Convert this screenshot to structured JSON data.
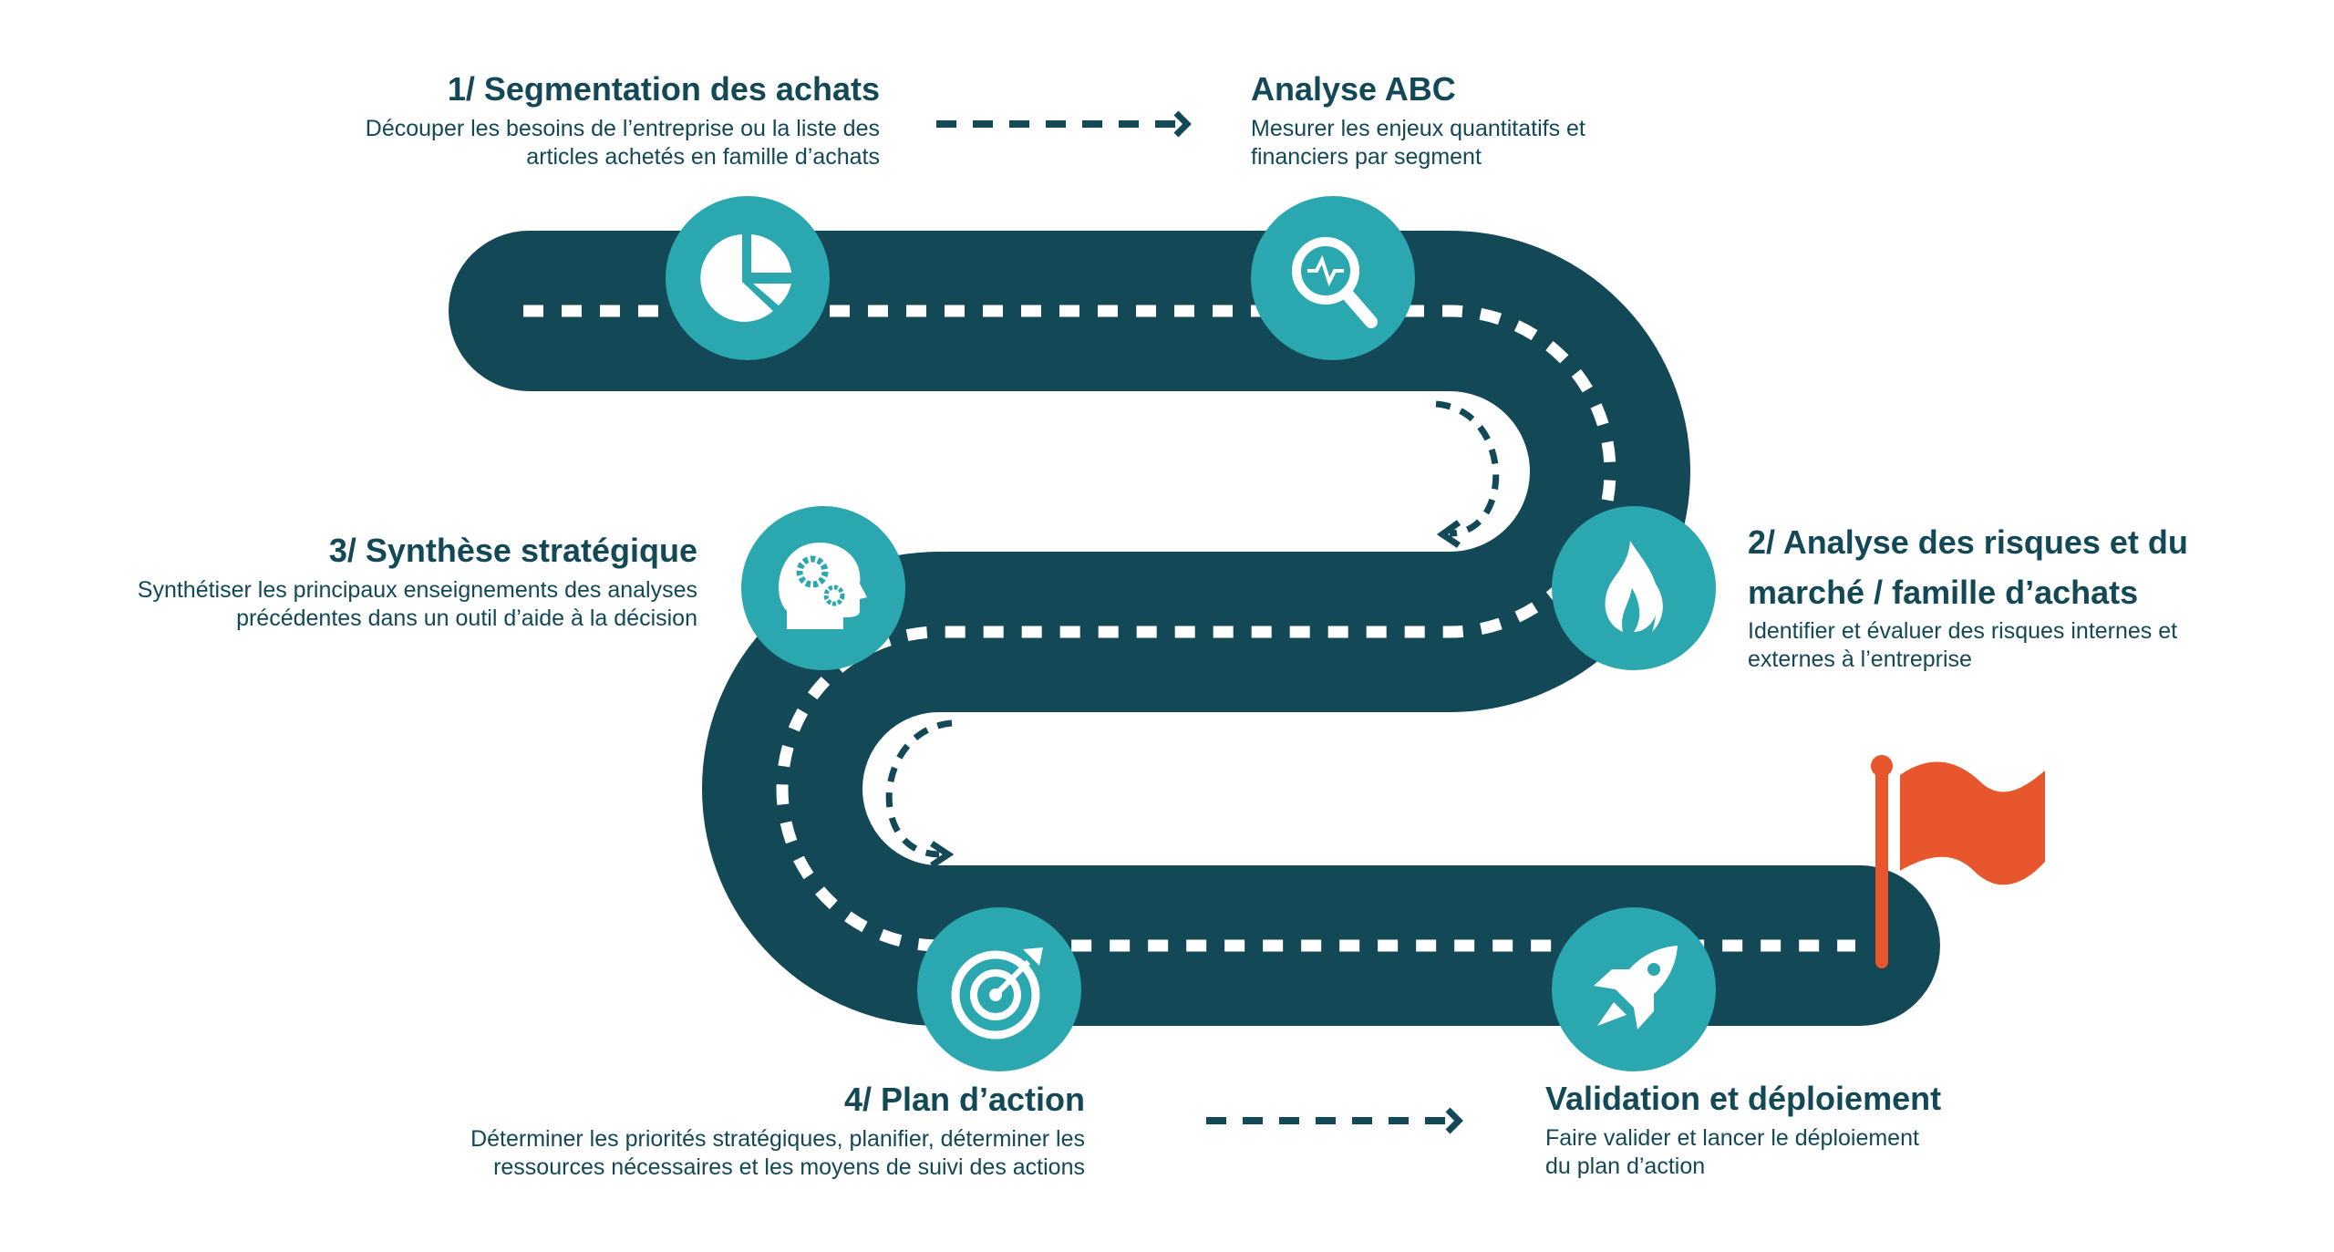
{
  "colors": {
    "road": "#134856",
    "circle": "#2ba7af",
    "flag": "#e8562e",
    "text": "#134856"
  },
  "steps": [
    {
      "title": "1/ Segmentation des achats",
      "lines": [
        "Découper les besoins de l’entreprise ou la liste des",
        "articles achetés en famille d’achats"
      ],
      "icon": "pie-chart-icon"
    },
    {
      "title": "Analyse ABC",
      "lines": [
        "Mesurer les enjeux quantitatifs et",
        "financiers par segment"
      ],
      "icon": "magnifier-pulse-icon"
    },
    {
      "title_lines": [
        "2/ Analyse des risques et du",
        "marché / famille d’achats"
      ],
      "lines": [
        "Identifier et évaluer des risques internes et",
        "externes à l’entreprise"
      ],
      "icon": "flame-icon"
    },
    {
      "title": "3/ Synthèse stratégique",
      "lines": [
        "Synthétiser les principaux enseignements des analyses",
        "précédentes dans un outil d’aide à la décision"
      ],
      "icon": "head-gears-icon"
    },
    {
      "title": "4/ Plan d’action",
      "lines": [
        "Déterminer les priorités stratégiques, planifier, déterminer les",
        "ressources nécessaires et les moyens de suivi des actions"
      ],
      "icon": "target-icon"
    },
    {
      "title": "Validation et déploiement",
      "lines": [
        "Faire valider et lancer le déploiement",
        "du plan d’action"
      ],
      "icon": "rocket-icon"
    }
  ]
}
